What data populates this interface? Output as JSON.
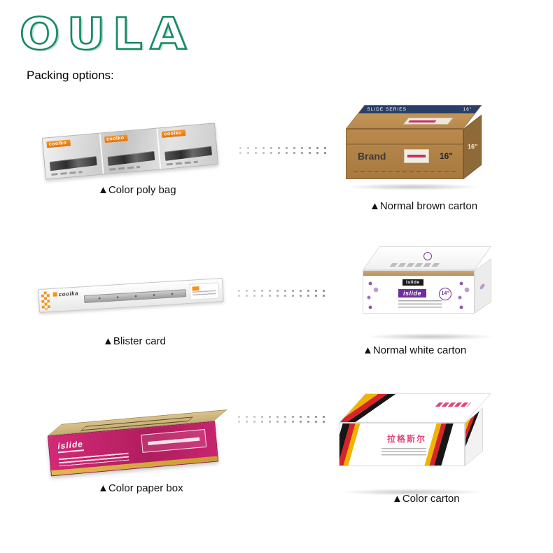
{
  "logo": {
    "text": "OULA",
    "color": "#168a63"
  },
  "heading": "Packing options:",
  "items": {
    "poly_bag": {
      "label": "▲Color poly bag",
      "brand": "coolko"
    },
    "brown_carton": {
      "label": "▲Normal brown carton",
      "series": "SLIDE SERIES",
      "brand": "Brand",
      "size": "16\""
    },
    "blister_card": {
      "label": "▲Blister card",
      "brand": "coolka"
    },
    "white_carton": {
      "label": "▲Normal white carton",
      "brand": "islide",
      "size": "14\""
    },
    "paper_box": {
      "label": "▲Color paper box",
      "brand": "islide"
    },
    "color_carton": {
      "label": "▲Color carton",
      "brand": "拉格斯尔"
    }
  },
  "colors": {
    "logo_green": "#168a63",
    "orange": "#f5921e",
    "carton_brown": "#b8894c",
    "magenta": "#c4226d",
    "purple": "#6d2f9e",
    "flag_black": "#161616",
    "flag_red": "#d5242a",
    "flag_yellow": "#f0b400"
  }
}
